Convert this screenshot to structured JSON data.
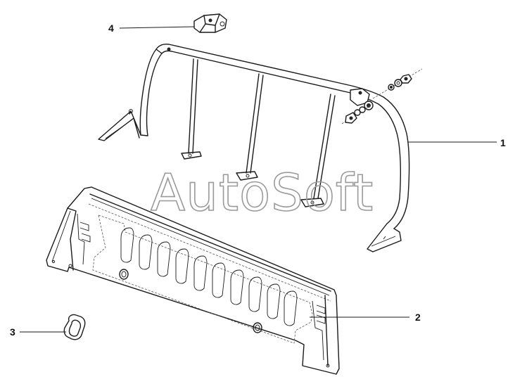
{
  "watermark": "AutoSoft",
  "callouts": [
    {
      "id": "1",
      "label": "1"
    },
    {
      "id": "2",
      "label": "2"
    },
    {
      "id": "3",
      "label": "3"
    },
    {
      "id": "4",
      "label": "4"
    }
  ]
}
